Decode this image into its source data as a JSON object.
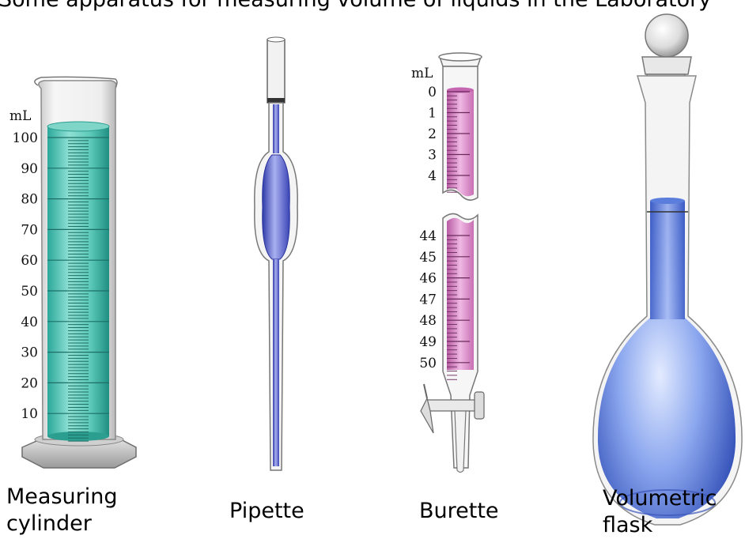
{
  "title": "Some apparatus for measuring volume of liquids in the Laboratory",
  "apparatus": [
    {
      "name": "measuring-cylinder",
      "caption_line1": "Measuring",
      "caption_line2": "cylinder",
      "unit": "mL",
      "scale": [
        "100",
        "90",
        "80",
        "70",
        "60",
        "50",
        "40",
        "30",
        "20",
        "10"
      ],
      "liquid_color": "#5cc9b8"
    },
    {
      "name": "pipette",
      "caption_line1": "Pipette",
      "liquid_color": "#5a62c9"
    },
    {
      "name": "burette",
      "caption_line1": "Burette",
      "unit": "mL",
      "scale_top": [
        "0",
        "1",
        "2",
        "3",
        "4"
      ],
      "scale_bottom": [
        "44",
        "45",
        "46",
        "47",
        "48",
        "49",
        "50"
      ],
      "liquid_color": "#d57fc0"
    },
    {
      "name": "volumetric-flask",
      "caption_line1": "Volumetric",
      "caption_line2": "flask",
      "liquid_color": "#4f74d6"
    }
  ]
}
